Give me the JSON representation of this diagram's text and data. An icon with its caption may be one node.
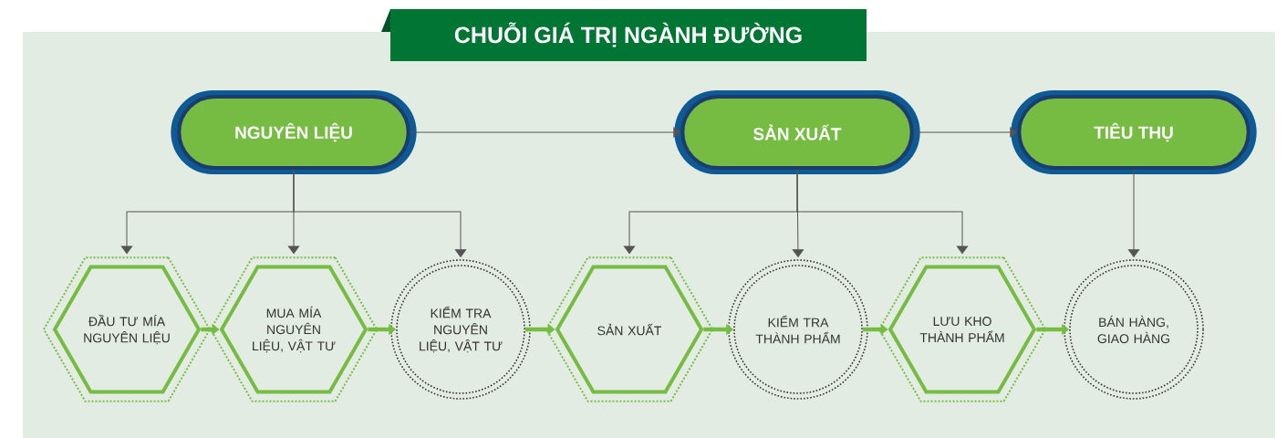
{
  "diagram": {
    "title": "CHUỖI GIÁ TRỊ NGÀNH ĐƯỜNG",
    "nodes": [
      {
        "text": [
          "NGUYÊN LIỆU"
        ]
      },
      {
        "text": [
          "SẢN XUẤT"
        ]
      },
      {
        "text": [
          "TIÊU THỤ"
        ]
      },
      {
        "text": [
          "ĐẦU TƯ MÍA NGUYÊN LIỆU"
        ]
      },
      {
        "text": [
          "MUA MÍA NGUYÊN LIỆU, VẬT TƯ"
        ]
      },
      {
        "text": [
          "KIỂM TRA NGUYÊN LIỆU, VẬT TƯ"
        ]
      },
      {
        "text": [
          "SẢN XUẤT"
        ]
      },
      {
        "text": [
          "KIỂM TRA THÀNH PHẨM"
        ]
      },
      {
        "text": [
          "LƯU KHO THÀNH PHẨM"
        ]
      },
      {
        "text": [
          "BÁN HÀNG, GIAO HÀNG"
        ]
      }
    ],
    "edges": [
      {
        "from": 0,
        "to": 1,
        "arrow": "to"
      },
      {
        "from": 1,
        "to": 2,
        "arrow": "to"
      },
      {
        "from": 0,
        "to": 3,
        "arrow": "to"
      },
      {
        "from": 0,
        "to": 4,
        "arrow": "to"
      },
      {
        "from": 0,
        "to": 5,
        "arrow": "to"
      },
      {
        "from": 1,
        "to": 6,
        "arrow": "to"
      },
      {
        "from": 1,
        "to": 7,
        "arrow": "to"
      },
      {
        "from": 1,
        "to": 8,
        "arrow": "to"
      },
      {
        "from": 2,
        "to": 9,
        "arrow": "to"
      },
      {
        "from": 3,
        "to": 4,
        "arrow": "to",
        "style": "thick",
        "color": "#76bc43"
      },
      {
        "from": 4,
        "to": 5,
        "arrow": "to",
        "style": "thick",
        "color": "#76bc43"
      },
      {
        "from": 5,
        "to": 6,
        "arrow": "to",
        "style": "thick",
        "color": "#76bc43"
      },
      {
        "from": 6,
        "to": 7,
        "arrow": "to",
        "style": "thick",
        "color": "#76bc43"
      },
      {
        "from": 7,
        "to": 8,
        "arrow": "to",
        "style": "thick",
        "color": "#76bc43"
      },
      {
        "from": 8,
        "to": 9,
        "arrow": "to",
        "style": "thick",
        "color": "#76bc43"
      }
    ]
  }
}
